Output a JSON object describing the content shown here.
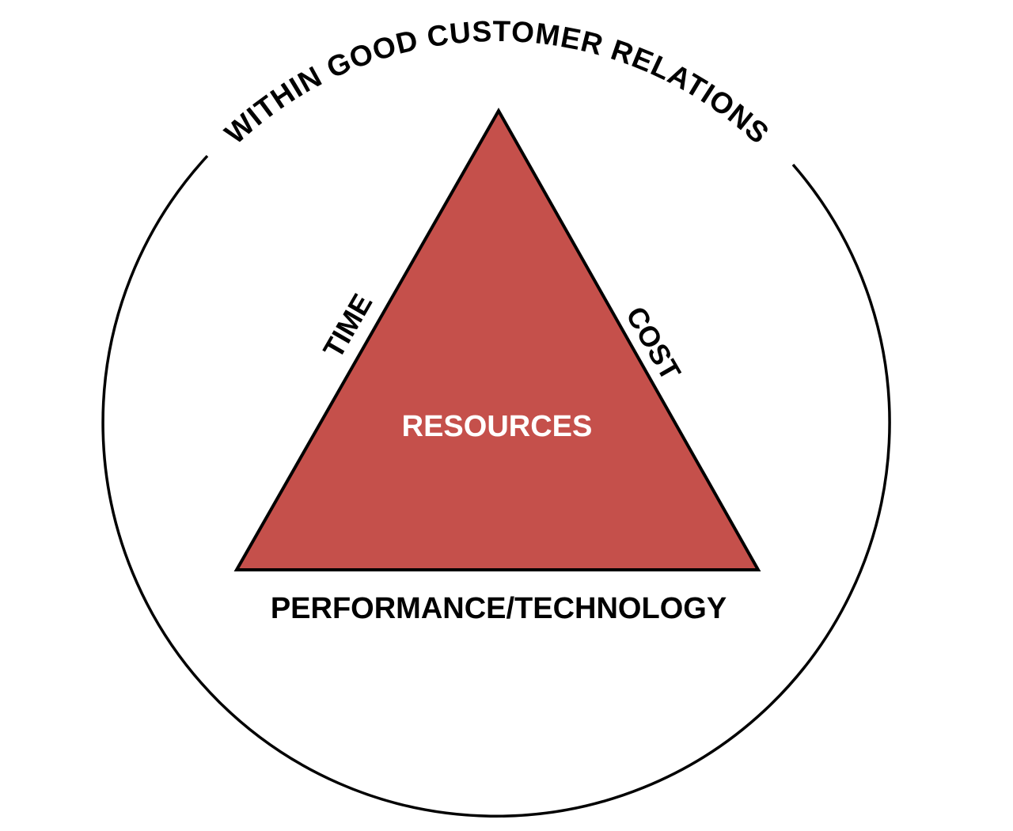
{
  "diagram": {
    "outer_label": "WITHIN GOOD CUSTOMER RELATIONS",
    "center_label": "RESOURCES",
    "left_side_label": "TIME",
    "right_side_label": "COST",
    "base_label": "PERFORMANCE/TECHNOLOGY",
    "colors": {
      "triangle_fill": "#C5504B",
      "stroke": "#000000",
      "center_text": "#FFFFFF"
    }
  }
}
